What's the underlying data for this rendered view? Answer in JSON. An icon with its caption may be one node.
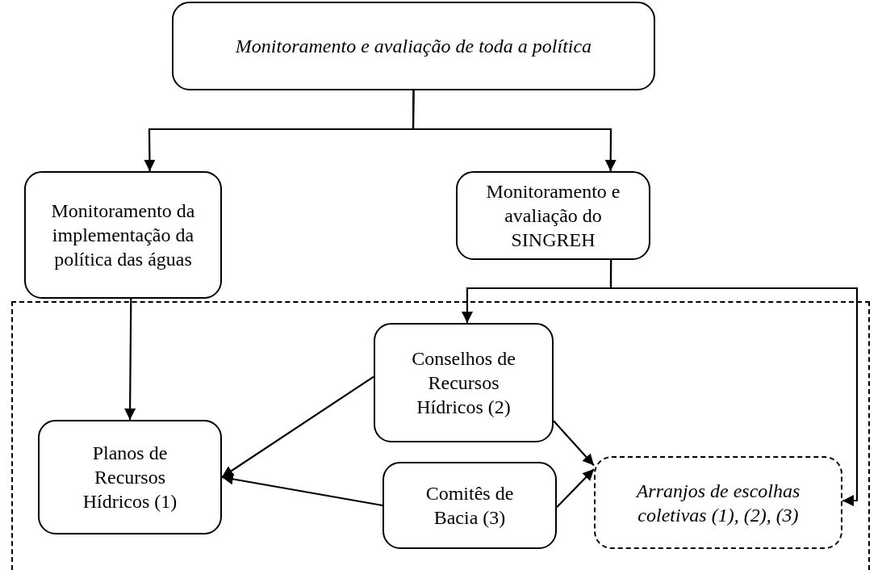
{
  "diagram": {
    "nodes": [
      {
        "text": [
          "Monitoramento e avaliação de toda a política"
        ]
      },
      {
        "text": [
          "Monitoramento da implementação da política das águas"
        ]
      },
      {
        "text": [
          "Monitoramento e avaliação do SINGREH"
        ]
      },
      {
        "text": [],
        "shape": "box"
      },
      {
        "text": [
          "Conselhos de Recursos Hídricos (2)"
        ],
        "in": 3
      },
      {
        "text": [
          "Planos de Recursos Hídricos (1)"
        ],
        "in": 3
      },
      {
        "text": [
          "Comitês de Bacia (3)"
        ],
        "in": 3
      },
      {
        "text": [
          "Arranjos de escolhas coletivas (1), (2), (3)"
        ],
        "in": 3
      }
    ],
    "edges": [
      {
        "from": 0,
        "to": 1,
        "arrow": "to"
      },
      {
        "from": 0,
        "to": 2,
        "arrow": "to"
      },
      {
        "from": 1,
        "to": 5,
        "arrow": "to"
      },
      {
        "from": 2,
        "to": 4,
        "arrow": "to"
      },
      {
        "from": 2,
        "to": 7,
        "arrow": "to"
      },
      {
        "from": 4,
        "to": 5,
        "arrow": "to"
      },
      {
        "from": 6,
        "to": 5,
        "arrow": "to"
      },
      {
        "from": 4,
        "to": 7,
        "arrow": "to"
      },
      {
        "from": 6,
        "to": 7,
        "arrow": "to"
      }
    ]
  }
}
